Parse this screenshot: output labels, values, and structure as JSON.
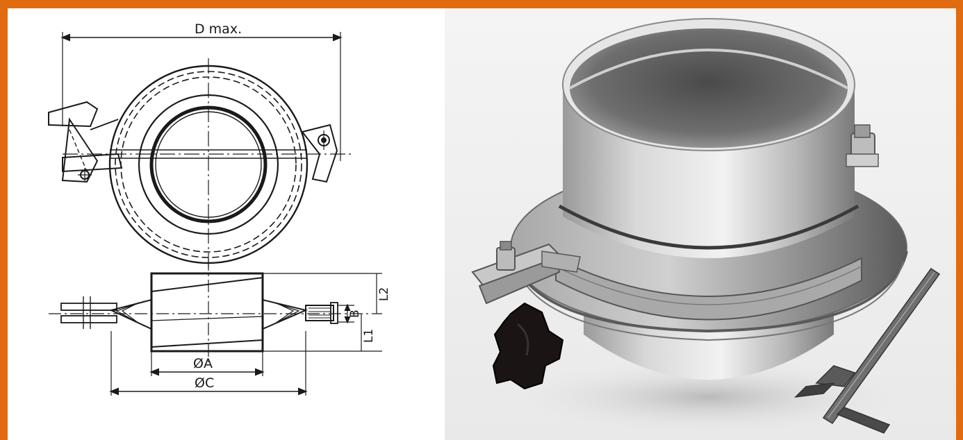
{
  "top_view": {
    "dim_label": "D max."
  },
  "side_view": {
    "dim_A": "ØA",
    "dim_C": "ØC",
    "dim_B": "B",
    "dim_L1": "L1",
    "dim_L2": "L2"
  },
  "colors": {
    "frame": "#e16b10",
    "ink": "#1a1a1a"
  }
}
